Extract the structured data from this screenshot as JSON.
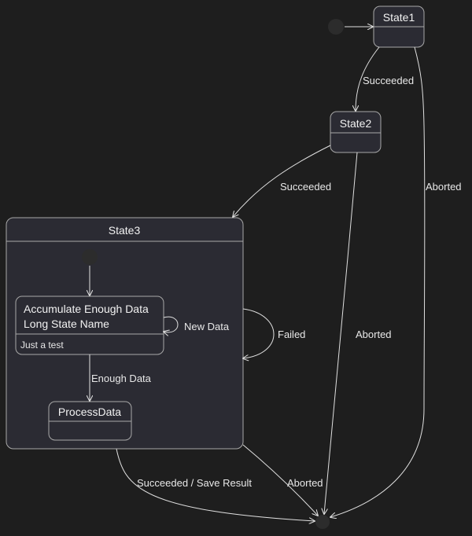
{
  "states": {
    "state1": {
      "name": "State1"
    },
    "state2": {
      "name": "State2"
    },
    "state3": {
      "name": "State3"
    },
    "accumulate": {
      "name_line1": "Accumulate Enough Data",
      "name_line2": "Long State Name",
      "description": "Just a test"
    },
    "process": {
      "name": "ProcessData"
    }
  },
  "transitions": {
    "s1_s2": "Succeeded",
    "s2_s3": "Succeeded",
    "s1_final": "Aborted",
    "s2_final": "Aborted",
    "s3_self": "Failed",
    "acc_self": "New Data",
    "acc_proc": "Enough Data",
    "s3_final_success": "Succeeded / Save Result",
    "s3_final_abort": "Aborted"
  }
}
